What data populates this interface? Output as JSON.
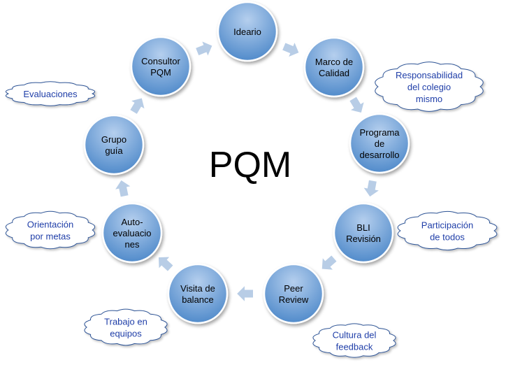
{
  "title": "PQM",
  "colors": {
    "node_fill_light": "#b5cfee",
    "node_fill_dark": "#4a86c8",
    "node_stroke": "#ffffff",
    "arrow_fill": "#b8cde6",
    "cloud_stroke": "#2f5496",
    "cloud_text": "#1f3ea8"
  },
  "nodes": [
    {
      "id": "ideario",
      "lines": [
        "Ideario"
      ]
    },
    {
      "id": "marco",
      "lines": [
        "Marco de",
        "Calidad"
      ]
    },
    {
      "id": "programa",
      "lines": [
        "Programa",
        "de",
        "desarrollo"
      ]
    },
    {
      "id": "bli",
      "lines": [
        "BLI",
        "Revisión"
      ]
    },
    {
      "id": "peer",
      "lines": [
        "Peer",
        "Review"
      ]
    },
    {
      "id": "visita",
      "lines": [
        "Visita de",
        "balance"
      ]
    },
    {
      "id": "auto",
      "lines": [
        "Auto-",
        "evaluacio",
        "nes"
      ]
    },
    {
      "id": "grupo",
      "lines": [
        "Grupo",
        "guía"
      ]
    },
    {
      "id": "consultor",
      "lines": [
        "Consultor",
        "PQM"
      ]
    }
  ],
  "clouds": [
    {
      "id": "evaluaciones",
      "lines": [
        "Evaluaciones"
      ]
    },
    {
      "id": "responsabilidad",
      "lines": [
        "Responsabilidad",
        "del colegio",
        "mismo"
      ]
    },
    {
      "id": "orientacion",
      "lines": [
        "Orientación",
        "por metas"
      ]
    },
    {
      "id": "participacion",
      "lines": [
        "Participación",
        "de todos"
      ]
    },
    {
      "id": "trabajo",
      "lines": [
        "Trabajo en",
        "equipos"
      ]
    },
    {
      "id": "cultura",
      "lines": [
        "Cultura del",
        "feedback"
      ]
    }
  ]
}
